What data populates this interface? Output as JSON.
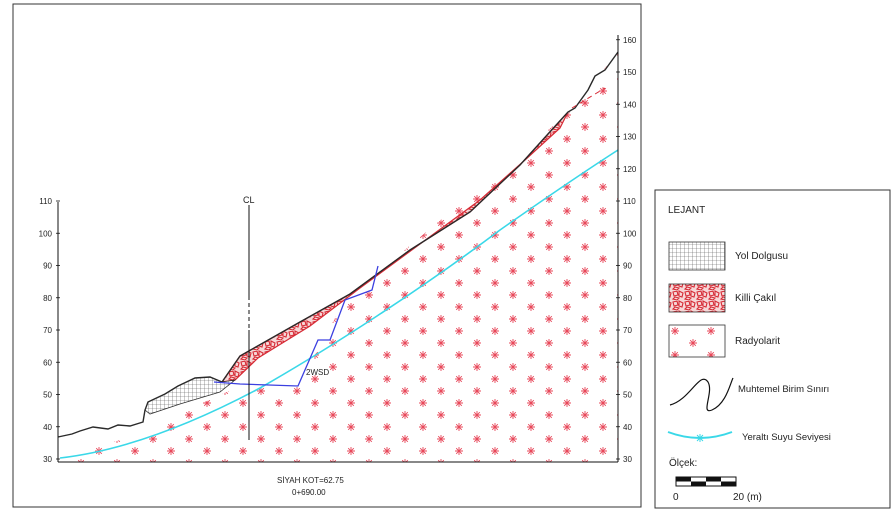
{
  "section": {
    "cl_label": "CL",
    "well_label": "2WSD",
    "caption_kot": "SİYAH KOT=62.75",
    "caption_station": "0+690.00",
    "left_axis_ticks": [
      "110",
      "100",
      "90",
      "80",
      "70",
      "60",
      "50",
      "40",
      "30"
    ],
    "right_axis_ticks": [
      "160",
      "150",
      "140",
      "130",
      "120",
      "110",
      "100",
      "90",
      "80",
      "70",
      "60",
      "50",
      "40",
      "30"
    ]
  },
  "legend": {
    "title": "LEJANT",
    "items": [
      {
        "label": "Yol Dolgusu",
        "pattern": "grid"
      },
      {
        "label": "Killi Çakıl",
        "pattern": "gravel"
      },
      {
        "label": "Radyolarit",
        "pattern": "asterisk"
      },
      {
        "label": "Muhtemel Birim Sınırı",
        "pattern": "boundary-line"
      },
      {
        "label": "Yeraltı Suyu Seviyesi",
        "pattern": "water-line"
      }
    ],
    "scale_label": "Ölçek:",
    "scale_start": "0",
    "scale_end": "20 (m)"
  },
  "colors": {
    "radyolarit_symbol": "#e8485a",
    "killi_cakil": "#d62a35",
    "water_table": "#3ad8e8",
    "failure_surface": "#3b3fe0",
    "ground_line": "#2a2a2a"
  }
}
